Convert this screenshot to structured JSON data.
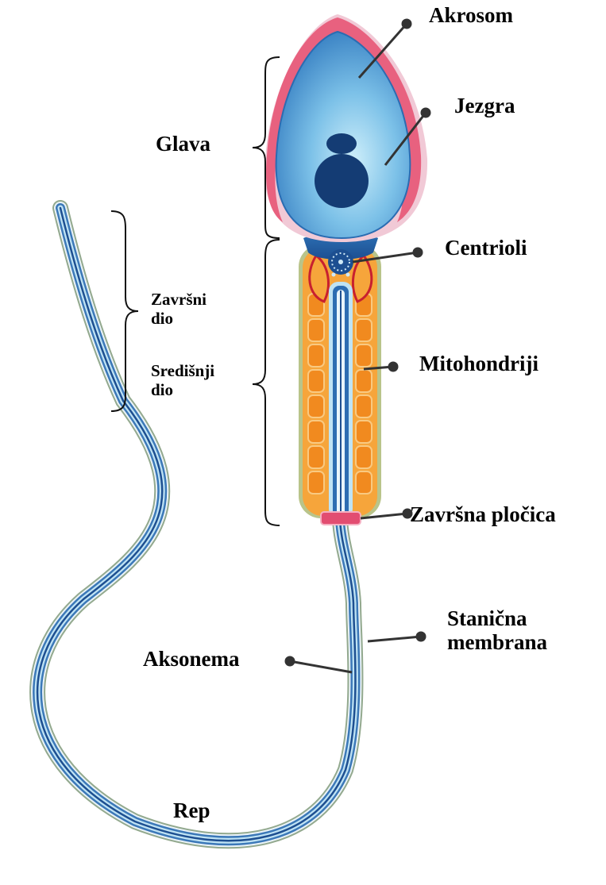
{
  "labels": {
    "akrosom": "Akrosom",
    "jezgra": "Jezgra",
    "glava": "Glava",
    "centrioli": "Centrioli",
    "zavrsni_dio_1": "Završni",
    "zavrsni_dio_2": "dio",
    "sredisnji_dio_1": "Središnji",
    "sredisnji_dio_2": "dio",
    "mitohondriji": "Mitohondriji",
    "zavrsna_plocica": "Završna pločica",
    "stanicna_membrana_1": "Stanična",
    "stanicna_membrana_2": "membrana",
    "aksonema": "Aksonema",
    "rep": "Rep"
  },
  "colors": {
    "head_blue": "#2e7fc4",
    "head_light": "#bfe6f7",
    "acrosome_pink": "#e8617f",
    "nucleolus_navy": "#143c74",
    "mitochondria_orange": "#f39a2e",
    "membrane_green": "#aab98a",
    "tail_blue": "#3b78b8",
    "end_plate_pink": "#e24d71"
  }
}
